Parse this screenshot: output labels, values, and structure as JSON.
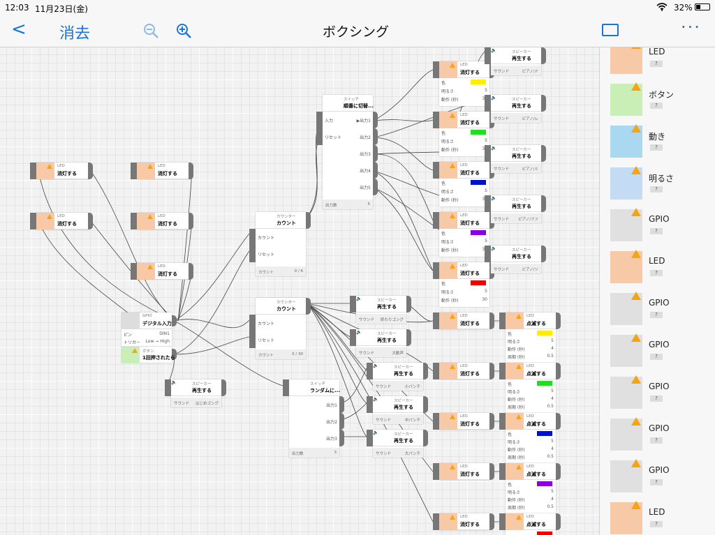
{
  "status": {
    "time": "12:03",
    "date": "11月23日(金)",
    "battery": "32%"
  },
  "nav": {
    "back_icon": "chevron-left-icon",
    "clear_label": "消去",
    "title": "ボクシング"
  },
  "blocks": {
    "led_type": "LED",
    "led_on": "消灯する",
    "led_blink": "点滅する",
    "spk_type": "スピーカー",
    "spk_play": "再生する",
    "snd_label": "サウンド",
    "color": "色",
    "brightness": "明るさ",
    "cycle": "動作 (秒)",
    "interval": "周期 (秒)",
    "v5": "5",
    "v30": "30",
    "v4": "4",
    "v05": "0.5",
    "sw1_type": "スイッチ",
    "sw1_name": "順番に切替...",
    "sw1_in": "入力",
    "sw1_reset": "リセット",
    "sw1_outs": [
      "▶出力1",
      "出力2",
      "出力3",
      "出力4",
      "出力5"
    ],
    "sw1_outcount": "出力数",
    "sw1_outval": "5",
    "ctr_type": "カウンター",
    "ctr_name": "カウント",
    "ctr_count": "カウント",
    "ctr_reset": "リセット",
    "ctr1_val": "0 / 6",
    "ctr2_val": "0 / 30",
    "gpio_type": "GPIO",
    "gpio_name": "デジタル入力",
    "pin": "ピン",
    "pin_val": "DIN1",
    "trigger": "トリガー",
    "trigger_val": "Low → High",
    "btn_type": "ボタン",
    "btn_name": "1回押されたら",
    "sw2_type": "スイッチ",
    "sw2_name": "ランダムに...",
    "sw2_outs": [
      "出力1",
      "出力2",
      "出力3"
    ],
    "sw2_outcount": "出力数",
    "sw2_outval": "3",
    "snd_start": "はじめゴング",
    "snd_end": "終わりゴング",
    "snd_cheer": "大歓声",
    "snd_small": "小パンチ",
    "snd_mid": "中パンチ",
    "snd_big": "大パンチ",
    "snd_pianos": [
      "ピアノ/ド",
      "ピアノ/レ",
      "ピアノ/ミ",
      "ピアノ/ファ",
      "ピアノ/ソ"
    ]
  },
  "palette": [
    {
      "label": "LED",
      "q": "?",
      "icon": "led-icon"
    },
    {
      "label": "ボタン",
      "q": "?",
      "icon": "button-icon"
    },
    {
      "label": "動き",
      "q": "?",
      "icon": "motion-icon"
    },
    {
      "label": "明るさ",
      "q": "?",
      "icon": "brightness-icon"
    },
    {
      "label": "GPIO",
      "q": "?",
      "icon": "gpio-icon"
    },
    {
      "label": "LED",
      "q": "?",
      "icon": "led-icon"
    },
    {
      "label": "GPIO",
      "q": "?",
      "icon": "gpio-icon"
    },
    {
      "label": "GPIO",
      "q": "?",
      "icon": "gpio-icon"
    },
    {
      "label": "GPIO",
      "q": "?",
      "icon": "gpio-icon"
    },
    {
      "label": "GPIO",
      "q": "?",
      "icon": "gpio-icon"
    },
    {
      "label": "GPIO",
      "q": "?",
      "icon": "gpio-icon"
    },
    {
      "label": "LED",
      "q": "?",
      "icon": "led-icon"
    }
  ],
  "colors": {
    "accent": "#1a73d9",
    "warn": "#f3a516",
    "led_yellow": "#ffee00",
    "led_green": "#22dd22",
    "led_blue": "#0011cc",
    "led_purple": "#8800dd",
    "led_red": "#ee0000"
  }
}
